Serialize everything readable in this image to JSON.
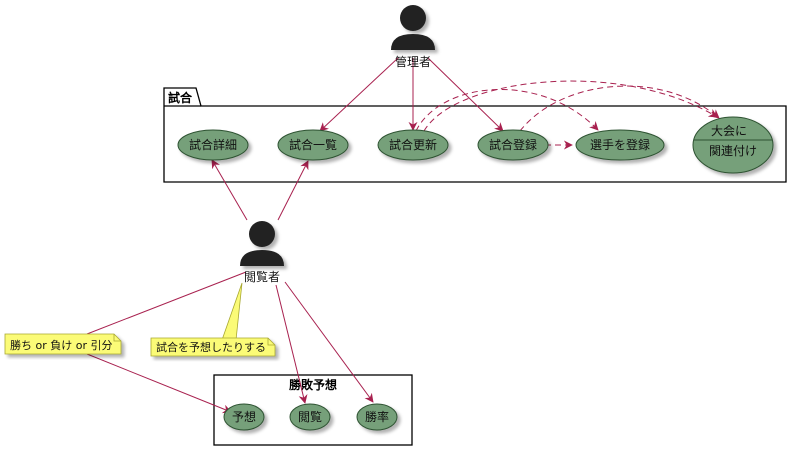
{
  "packages": {
    "match": {
      "title": "試合"
    },
    "prediction": {
      "title": "勝敗予想"
    }
  },
  "actors": {
    "admin": {
      "label": "管理者"
    },
    "viewer": {
      "label": "閲覧者"
    }
  },
  "usecases": {
    "match_detail": "試合詳細",
    "match_list": "試合一覧",
    "match_update": "試合更新",
    "match_register": "試合登録",
    "register_players": "選手を登録",
    "link_tournament_line1": "大会に",
    "link_tournament_line2": "関連付け",
    "predict": "予想",
    "browse": "閲覧",
    "win_rate": "勝率"
  },
  "notes": {
    "result_note": "勝ち or 負け or 引分",
    "predict_note": "試合を予想したりする"
  },
  "colors": {
    "usecase_fill": "#76a07a",
    "usecase_stroke": "#2e5232",
    "arrow": "#a8214f",
    "note_fill": "#fbfb77",
    "actor": "#222222"
  }
}
